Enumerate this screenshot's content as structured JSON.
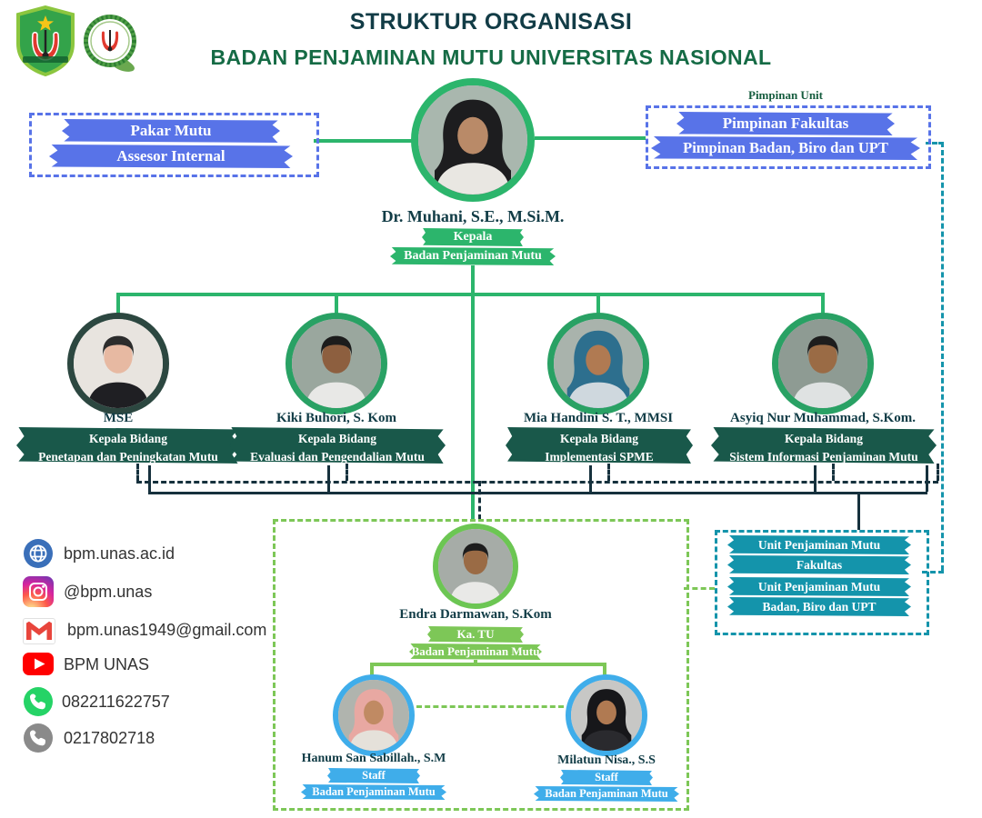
{
  "title": {
    "line1": "STRUKTUR ORGANISASI",
    "line2": "BADAN PENJAMINAN MUTU UNIVERSITAS NASIONAL"
  },
  "logos": {
    "left": "unas-shield-logo",
    "right": "bpm-badge-logo"
  },
  "left_box": {
    "lines": [
      "Pakar Mutu",
      "Assesor Internal"
    ]
  },
  "right_box": {
    "label": "Pimpinan Unit",
    "lines": [
      "Pimpinan Fakultas",
      "Pimpinan Badan, Biro dan UPT"
    ]
  },
  "unit_box": {
    "lines": [
      "Unit Penjaminan Mutu",
      "Fakultas",
      "Unit Penjaminan Mutu",
      "Badan, Biro dan UPT"
    ]
  },
  "kepala": {
    "name": "Dr. Muhani, S.E., M.Si.M.",
    "role1": "Kepala",
    "role2": "Badan Penjaminan Mutu",
    "ring": "#2cb56c",
    "avatar": {
      "bg": "#a9b7ae",
      "hijab": "#1d1d1f",
      "skin": "#b98a68",
      "top": "#e9e7e2"
    }
  },
  "bidang": [
    {
      "name": "MSE",
      "role1": "Kepala Bidang",
      "role2": "Penetapan dan Peningkatan Mutu",
      "ring": "#2c4740",
      "avatar": {
        "bg": "#e8e4df",
        "skin": "#e7b9a2",
        "hair": "#2c2c2c",
        "top": "#1f1f23"
      }
    },
    {
      "name": "Kiki Buhori, S. Kom",
      "role1": "Kepala Bidang",
      "role2": "Evaluasi dan Pengendalian Mutu",
      "ring": "#29a164",
      "avatar": {
        "bg": "#9aa79e",
        "skin": "#8d5f3f",
        "hair": "#1c1c1c",
        "top": "#e8e8e6"
      }
    },
    {
      "name": "Mia Handini S. T., MMSI",
      "role1": "Kepala Bidang",
      "role2": "Implementasi SPME",
      "ring": "#29a164",
      "avatar": {
        "bg": "#a9b3ac",
        "hijab": "#2d6f8e",
        "skin": "#b07a52",
        "top": "#cfd8de"
      }
    },
    {
      "name": "Asyiq Nur Muhammad, S.Kom.",
      "role1": "Kepala Bidang",
      "role2": "Sistem Informasi Penjaminan Mutu",
      "ring": "#29a164",
      "avatar": {
        "bg": "#8e9b93",
        "skin": "#9a6b45",
        "hair": "#1d1d1d",
        "top": "#dfe2e2"
      }
    }
  ],
  "katu": {
    "name": "Endra Darmawan, S.Kom",
    "role1": "Ka. TU",
    "role2": "Badan Penjaminan Mutu",
    "ring": "#6cc653",
    "avatar": {
      "bg": "#a6aca7",
      "skin": "#9a6b45",
      "hair": "#1d1d1d",
      "top": "#e9e9e7"
    }
  },
  "staff": [
    {
      "name": "Hanum San Sabillah., S.M",
      "role1": "Staff",
      "role2": "Badan Penjaminan Mutu",
      "ring": "#3fadea",
      "avatar": {
        "bg": "#b0b4ae",
        "hijab": "#e8a8a2",
        "skin": "#c08a63",
        "top": "#e5e1da"
      }
    },
    {
      "name": "Milatun Nisa., S.S",
      "role1": "Staff",
      "role2": "Badan Penjaminan Mutu",
      "ring": "#3fadea",
      "avatar": {
        "bg": "#c7c7c5",
        "hijab": "#17171a",
        "skin": "#b07a52",
        "top": "#2a2a2e"
      }
    }
  ],
  "contacts": [
    {
      "icon": "globe-icon",
      "label": "bpm.unas.ac.id"
    },
    {
      "icon": "instagram-icon",
      "label": "@bpm.unas"
    },
    {
      "icon": "gmail-icon",
      "label": "bpm.unas1949@gmail.com"
    },
    {
      "icon": "youtube-icon",
      "label": "BPM UNAS"
    },
    {
      "icon": "whatsapp-icon",
      "label": "082211622757"
    },
    {
      "icon": "phone-icon",
      "label": "0217802718"
    }
  ],
  "colors": {
    "title_dark": "#123c46",
    "title_green": "#156b45",
    "ribbon_blue": "#5873e8",
    "ribbon_green": "#2cb56c",
    "ribbon_dark_green": "#19584a",
    "ribbon_light_green": "#7dc757",
    "ribbon_light_blue": "#3fadea",
    "ribbon_teal": "#1494ab",
    "line_green": "#2cb56c",
    "line_navy": "#16313d",
    "line_light_green": "#7dc757",
    "line_teal": "#1494ab",
    "name_text": "#113c46",
    "contact_text": "#333333"
  }
}
